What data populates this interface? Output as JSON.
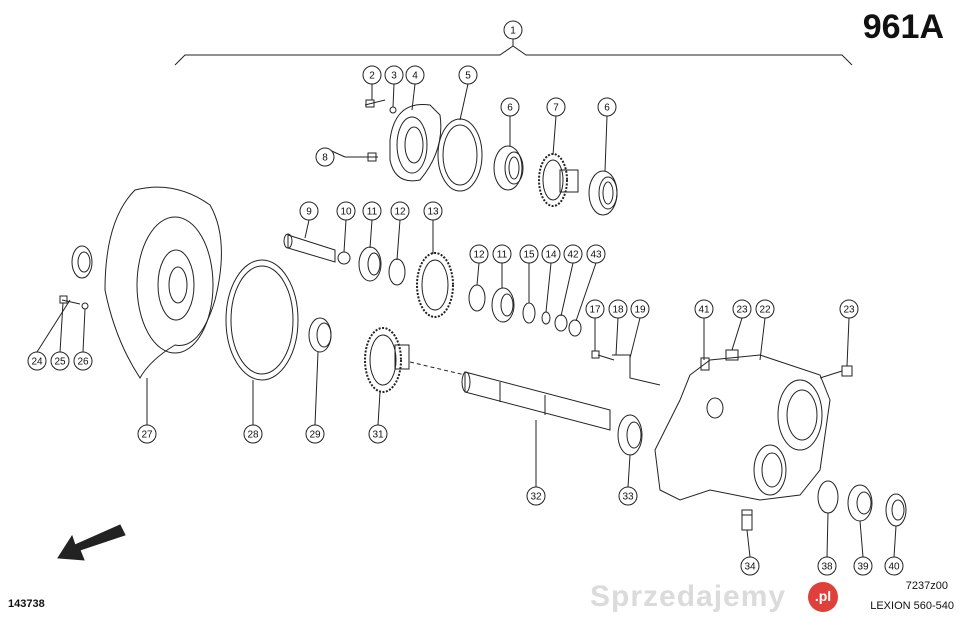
{
  "header": {
    "diagram_code": "961A"
  },
  "footer": {
    "doc_number": "143738",
    "reference": "7237z00",
    "model": "LEXION 560-540"
  },
  "watermark": {
    "text": "Sprzedajemy",
    "badge": ".pl"
  },
  "callouts": [
    "1",
    "2",
    "3",
    "4",
    "5",
    "6",
    "7",
    "6",
    "8",
    "9",
    "10",
    "11",
    "12",
    "13",
    "12",
    "11",
    "15",
    "14",
    "42",
    "43",
    "17",
    "18",
    "19",
    "41",
    "23",
    "22",
    "23",
    "24",
    "25",
    "26",
    "27",
    "28",
    "29",
    "31",
    "32",
    "33",
    "34",
    "38",
    "39",
    "40"
  ],
  "colors": {
    "line": "#222222",
    "watermark_badge": "#e0403a"
  }
}
